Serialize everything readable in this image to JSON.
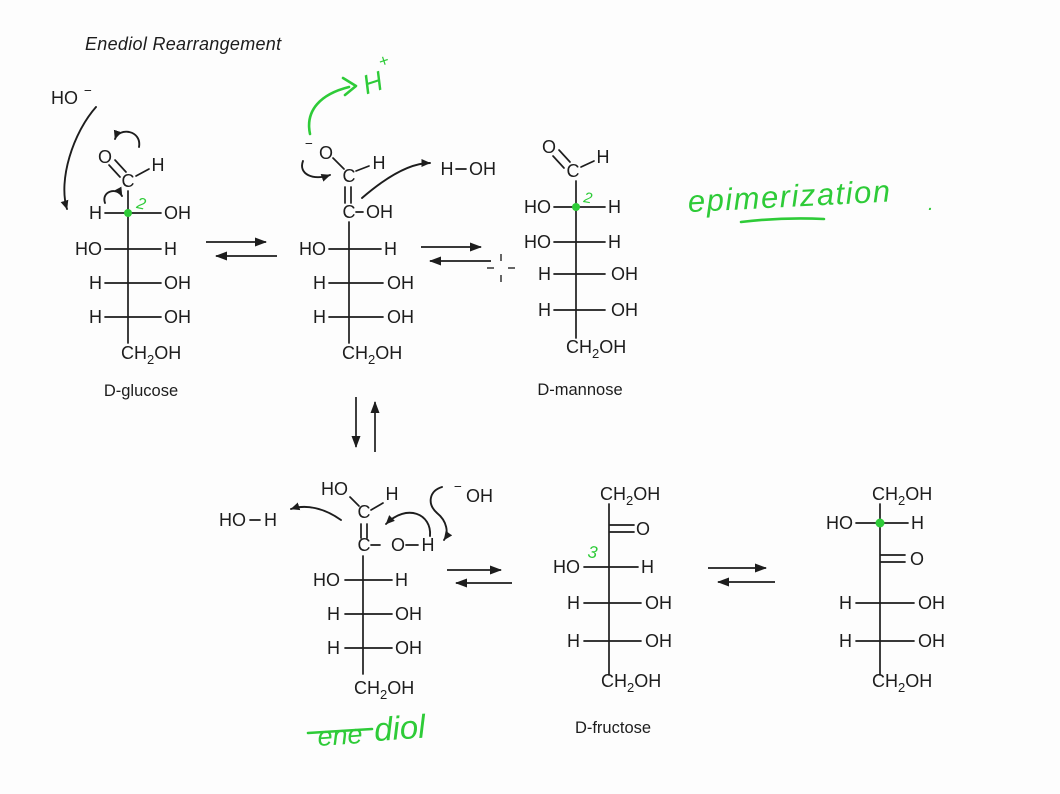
{
  "title": "Enediol Rearrangement",
  "colors": {
    "ink": "#1d1d1d",
    "green": "#2ecb38",
    "background": "#fdfdfd"
  },
  "cursor": {
    "icon": "crosshair-cursor"
  },
  "reagents": {
    "hydroxide_top": {
      "formula": "HO",
      "charge": "−"
    },
    "water_top": {
      "left": "H",
      "right": "OH"
    },
    "hydroxide_bottom": {
      "charge": "−",
      "formula": "OH"
    },
    "water_bottom": {
      "left": "HO",
      "right": "H"
    }
  },
  "green_notes": {
    "proton": {
      "h": "H",
      "plus": "+"
    },
    "epimerization": "epimerization",
    "period": ".",
    "ene_diol": {
      "word1": "ene",
      "word2": "diol"
    },
    "glucose_c2": "2",
    "mannose_c2": "2",
    "fructose_c3": "3"
  },
  "molecules": {
    "glucose": {
      "label": "D-glucose",
      "aldehyde": {
        "o": "O",
        "c": "C",
        "h": "H"
      },
      "rows": [
        {
          "left": "H",
          "right": "OH"
        },
        {
          "left": "HO",
          "right": "H"
        },
        {
          "left": "H",
          "right": "OH"
        },
        {
          "left": "H",
          "right": "OH"
        }
      ],
      "tail": {
        "main": "CH",
        "sub": "2",
        "rest": "OH"
      }
    },
    "enolate": {
      "o_minus": {
        "charge": "−",
        "o": "O"
      },
      "c1": "C",
      "c1_h": "H",
      "c2": "C",
      "c2_oh": "OH",
      "rows": [
        {
          "left": "HO",
          "right": "H"
        },
        {
          "left": "H",
          "right": "OH"
        },
        {
          "left": "H",
          "right": "OH"
        }
      ],
      "tail": {
        "main": "CH",
        "sub": "2",
        "rest": "OH"
      }
    },
    "mannose": {
      "label": "D-mannose",
      "aldehyde": {
        "o": "O",
        "c": "C",
        "h": "H"
      },
      "rows": [
        {
          "left": "HO",
          "right": "H"
        },
        {
          "left": "HO",
          "right": "H"
        },
        {
          "left": "H",
          "right": "OH"
        },
        {
          "left": "H",
          "right": "OH"
        }
      ],
      "tail": {
        "main": "CH",
        "sub": "2",
        "rest": "OH"
      }
    },
    "enediol": {
      "ho": "HO",
      "c1": "C",
      "c1_h": "H",
      "c2": "C",
      "o": "O",
      "o_h": "H",
      "rows": [
        {
          "left": "HO",
          "right": "H"
        },
        {
          "left": "H",
          "right": "OH"
        },
        {
          "left": "H",
          "right": "OH"
        }
      ],
      "tail": {
        "main": "CH",
        "sub": "2",
        "rest": "OH"
      }
    },
    "fructose": {
      "label": "D-fructose",
      "head": {
        "main": "CH",
        "sub": "2",
        "rest": "OH"
      },
      "ketone_o": "O",
      "rows": [
        {
          "left": "HO",
          "right": "H"
        },
        {
          "left": "H",
          "right": "OH"
        },
        {
          "left": "H",
          "right": "OH"
        }
      ],
      "tail": {
        "main": "CH",
        "sub": "2",
        "rest": "OH"
      }
    },
    "epimer_product": {
      "head": {
        "main": "CH",
        "sub": "2",
        "rest": "OH"
      },
      "c2_row": {
        "left": "HO",
        "right": "H"
      },
      "ketone_o": "O",
      "rows": [
        {
          "left": "H",
          "right": "OH"
        },
        {
          "left": "H",
          "right": "OH"
        }
      ],
      "tail": {
        "main": "CH",
        "sub": "2",
        "rest": "OH"
      }
    }
  }
}
